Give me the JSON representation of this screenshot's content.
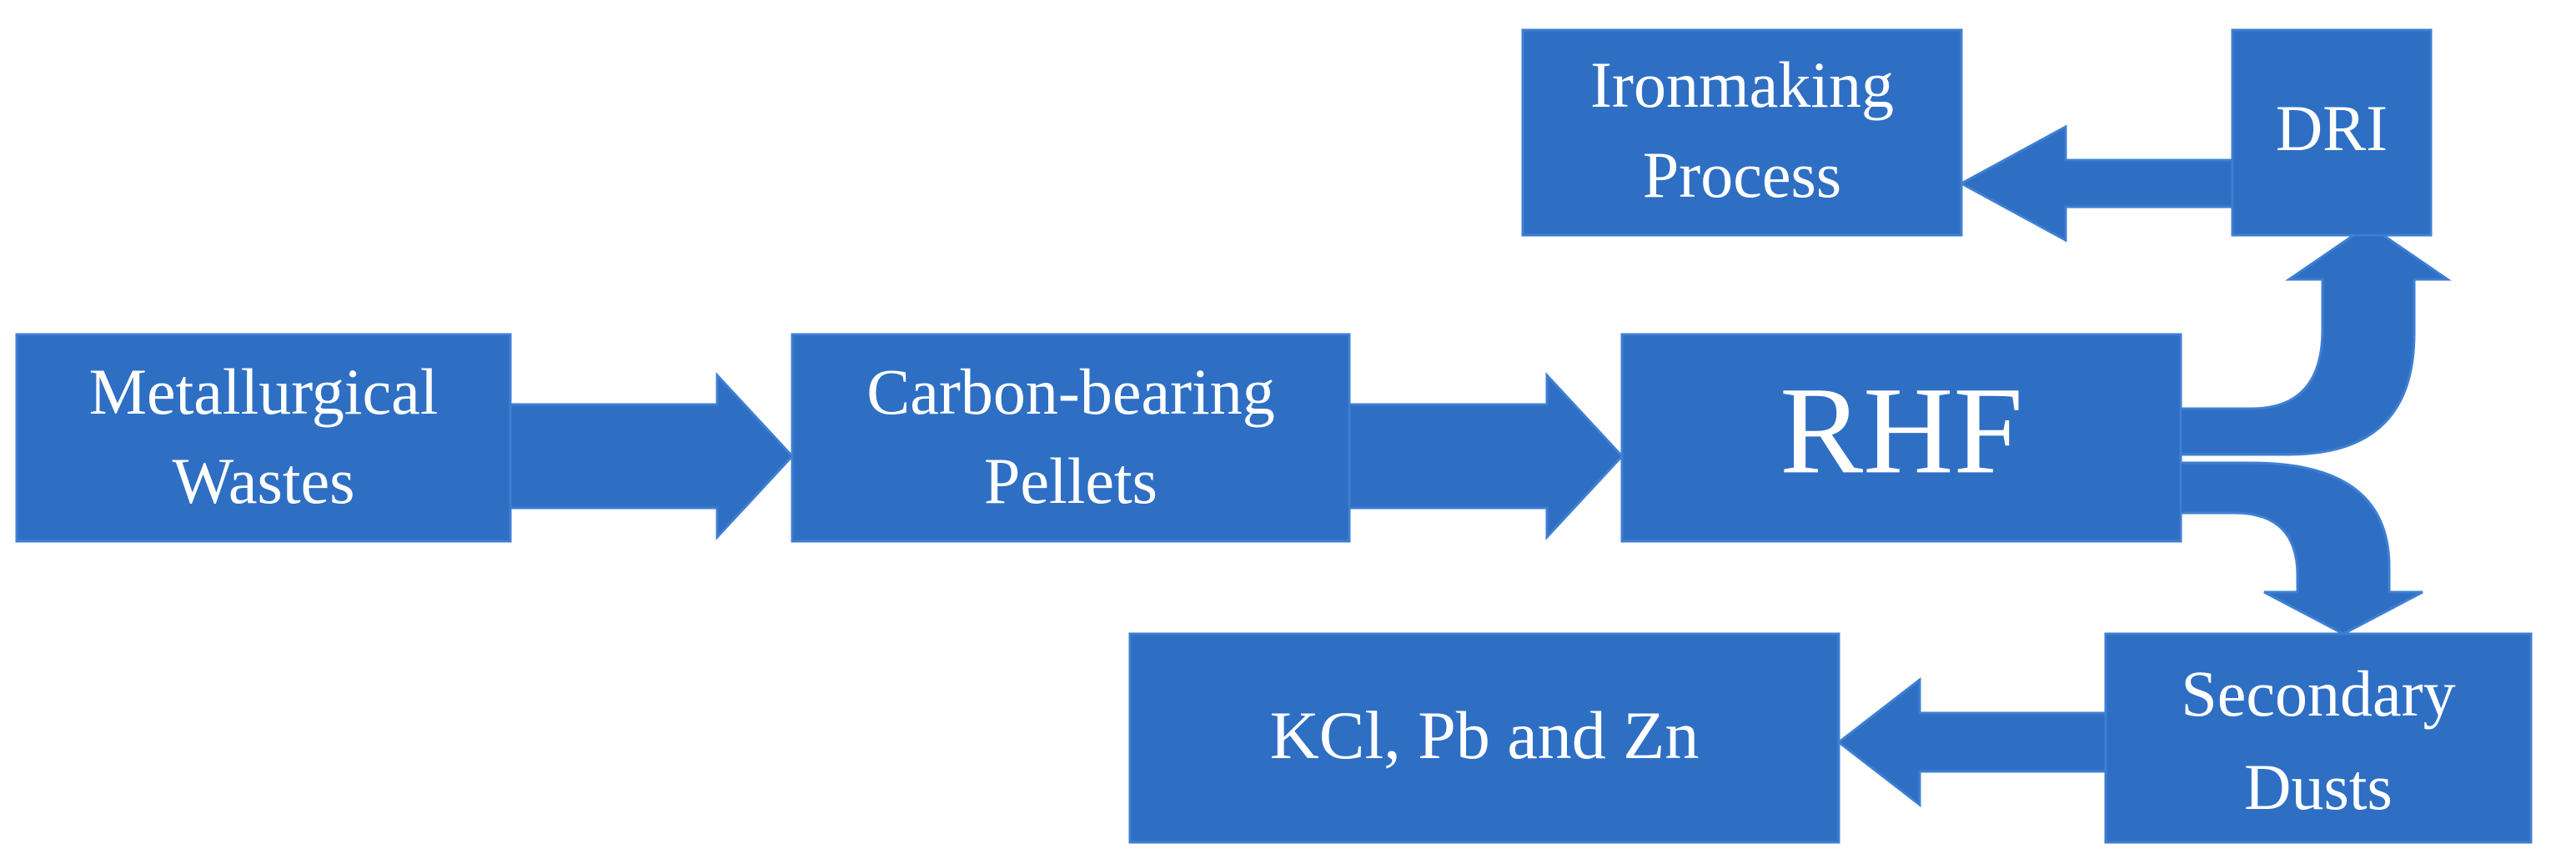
{
  "colors": {
    "box_fill": "#2e6fc4",
    "box_border": "#3f7fd2",
    "text": "#ffffff",
    "background": "#ffffff"
  },
  "nodes": {
    "metallurgical_wastes": {
      "line1": "Metallurgical",
      "line2": "Wastes"
    },
    "carbon_bearing_pellets": {
      "line1": "Carbon-bearing",
      "line2": "Pellets"
    },
    "rhf": {
      "label": "RHF"
    },
    "dri": {
      "label": "DRI"
    },
    "ironmaking_process": {
      "line1": "Ironmaking",
      "line2": "Process"
    },
    "secondary_dusts": {
      "line1": "Secondary",
      "line2": "Dusts"
    },
    "kcl_pb_zn": {
      "label": "KCl, Pb and Zn"
    }
  },
  "edges": [
    {
      "from": "Metallurgical Wastes",
      "to": "Carbon-bearing Pellets"
    },
    {
      "from": "Carbon-bearing Pellets",
      "to": "RHF"
    },
    {
      "from": "RHF",
      "to": "DRI"
    },
    {
      "from": "RHF",
      "to": "Secondary Dusts"
    },
    {
      "from": "DRI",
      "to": "Ironmaking Process"
    },
    {
      "from": "Secondary Dusts",
      "to": "KCl, Pb and Zn"
    }
  ]
}
